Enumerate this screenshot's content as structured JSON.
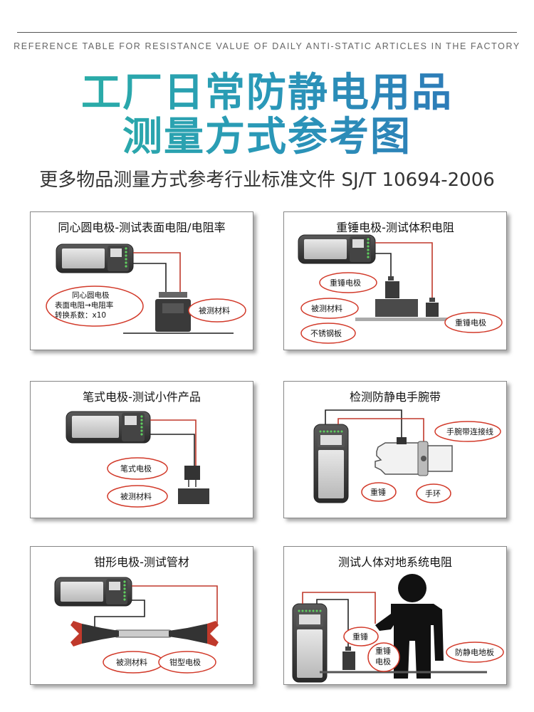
{
  "header": {
    "en_title": "REFERENCE TABLE FOR RESISTANCE VALUE OF DAILY ANTI-STATIC ARTICLES IN THE FACTORY",
    "title_line1": "工厂日常防静电用品",
    "title_line2": "测量方式参考图",
    "subtitle": "更多物品测量方式参考行业标准文件 SJ/T 10694-2006"
  },
  "panels": [
    {
      "title": "同心圆电极-测试表面电阻/电阻率",
      "labels": {
        "electrode_l1": "同心圆电极",
        "electrode_l2": "表面电阻→电阻率",
        "electrode_l3": "转换系数：x10",
        "material": "被测材料"
      }
    },
    {
      "title": "重锤电极-测试体积电阻",
      "labels": {
        "hammer_top": "重锤电极",
        "material": "被测材料",
        "plate": "不锈钢板",
        "hammer_right": "重锤电极"
      }
    },
    {
      "title": "笔式电极-测试小件产品",
      "labels": {
        "pen": "笔式电极",
        "material": "被测材料"
      }
    },
    {
      "title": "检测防静电手腕带",
      "labels": {
        "wire": "手腕带连接线",
        "hammer": "重锤",
        "ring": "手环"
      }
    },
    {
      "title": "钳形电极-测试管材",
      "labels": {
        "material": "被测材料",
        "clamp": "钳型电极"
      }
    },
    {
      "title": "测试人体对地系统电阻",
      "labels": {
        "hammer": "重锤",
        "hammer_elec_l1": "重锤",
        "hammer_elec_l2": "电极",
        "floor": "防静电地板"
      }
    }
  ],
  "colors": {
    "title_gradient_start": "#2bb5a0",
    "title_gradient_end": "#2f6fb8",
    "wire_red": "#c0392b",
    "callout_red": "#d23a2a",
    "meter_body": "#3a3a3a",
    "led_green": "#5fcf5f"
  }
}
